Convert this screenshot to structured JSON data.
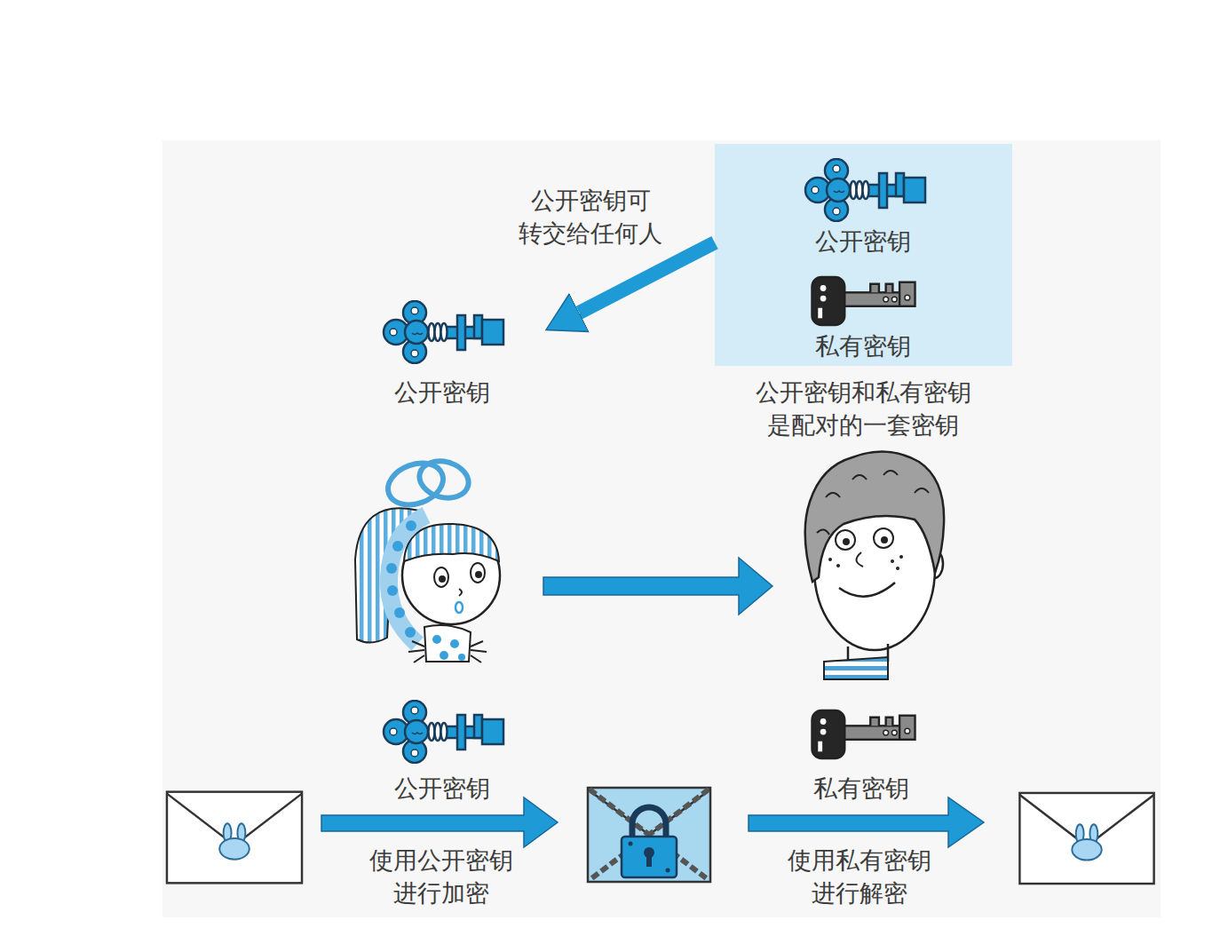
{
  "diagram": {
    "nodes": [
      {
        "text": [
          "公开密钥",
          "私有密钥",
          "公开密钥和私有密钥 是配对的一套密钥"
        ]
      },
      {
        "text": [
          "公开密钥"
        ]
      }
    ],
    "edges": [
      {
        "from": 0,
        "to": 1,
        "arrow": "to",
        "label": "公开密钥可 转交给任何人"
      }
    ],
    "labels": [
      "公开密钥",
      "私有密钥",
      "使用公开密钥 进行加密",
      "使用私有密钥 进行解密"
    ]
  }
}
